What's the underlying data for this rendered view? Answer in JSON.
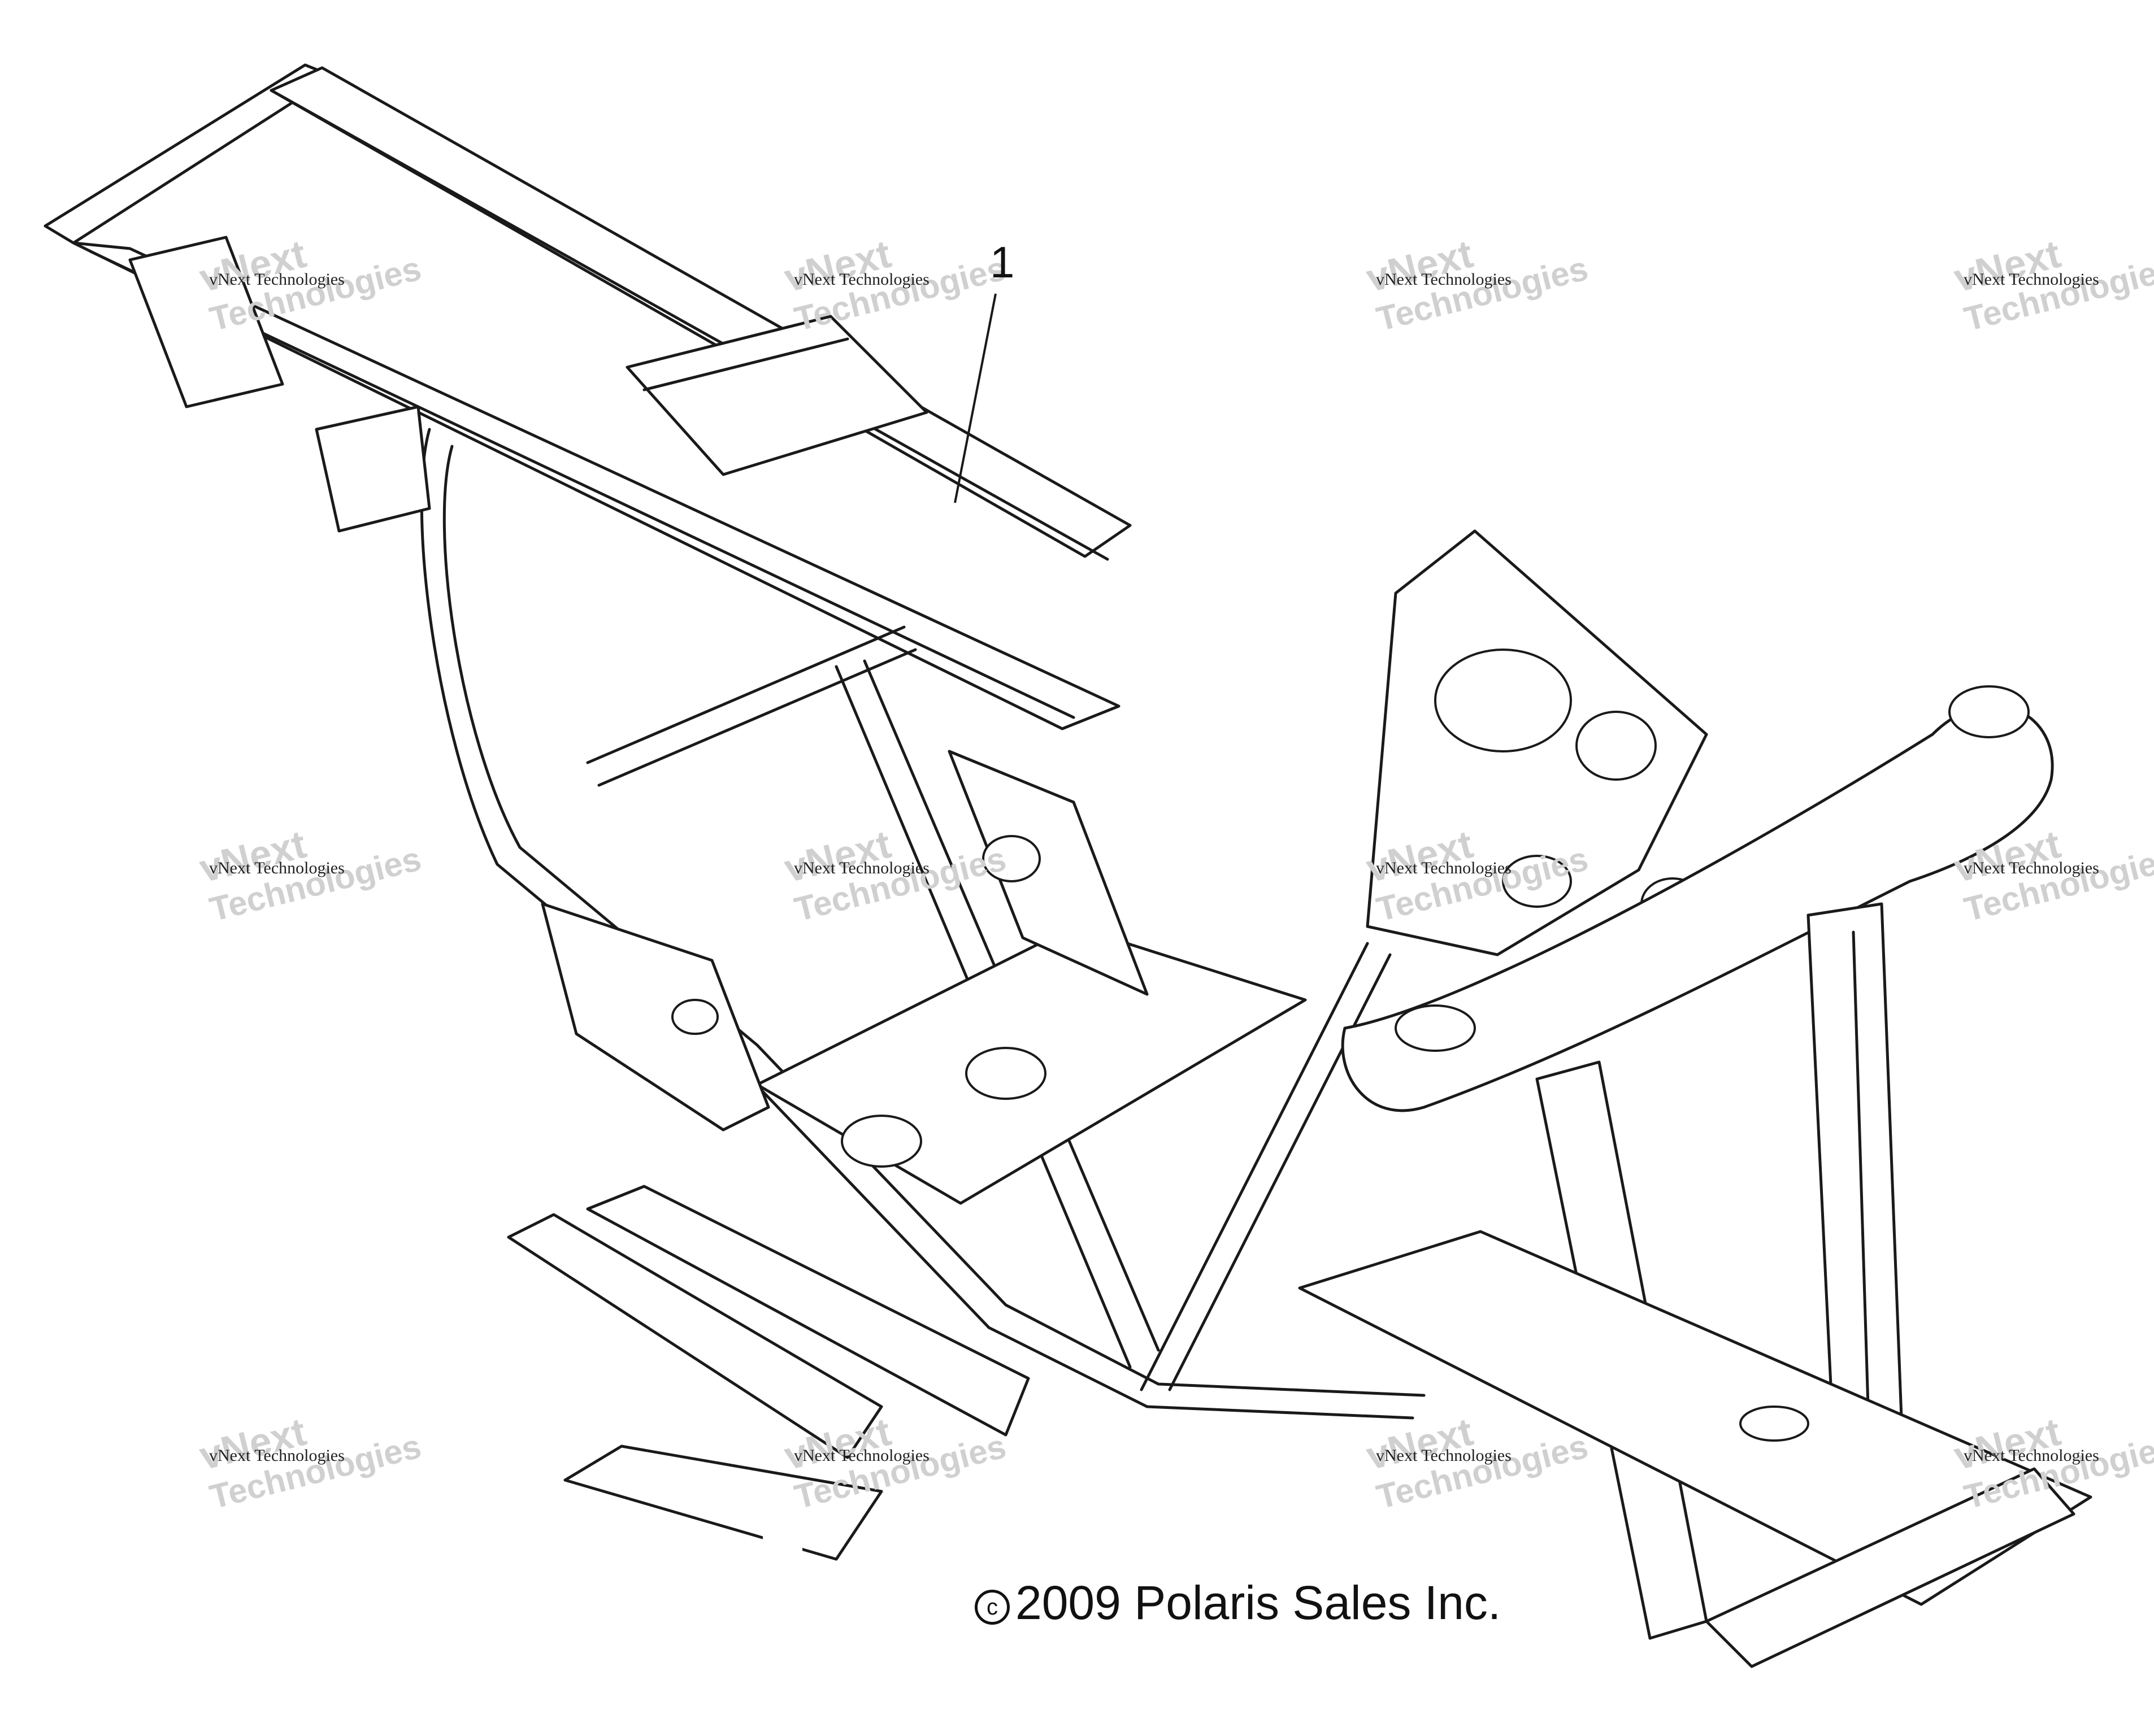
{
  "diagram": {
    "callouts": [
      {
        "id": "part-1",
        "label": "1"
      }
    ],
    "copyright": {
      "symbol": "c",
      "text": "2009 Polaris Sales Inc."
    },
    "watermark": {
      "line1": "vNext",
      "line2": "vNext Technologies",
      "line3": "Technologies"
    },
    "colors": {
      "line": "#1a1a1a",
      "background": "#ffffff",
      "watermark": "#d0d0d0"
    }
  }
}
